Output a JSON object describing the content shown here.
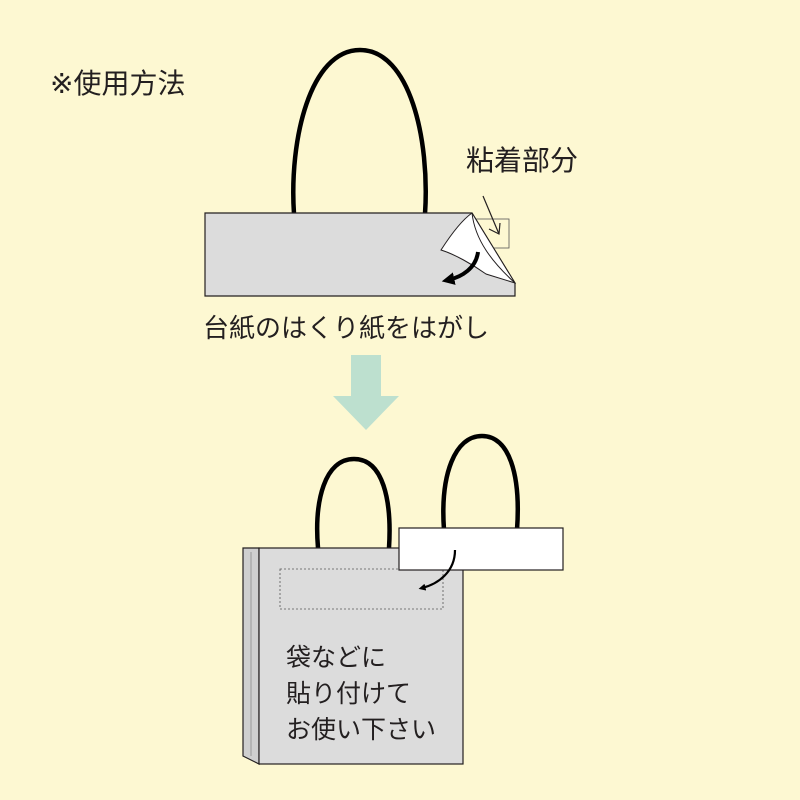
{
  "title": "※使用方法",
  "adhesive_label": "粘着部分",
  "peel_instruction": "台紙のはくり紙をはがし",
  "attach_instruction": [
    "袋などに",
    "貼り付けて",
    "お使い下さい"
  ],
  "colors": {
    "background": "#fdf8d2",
    "sticker_fill": "#dcdcdc",
    "bag_front": "#dcdcdc",
    "bag_side": "#d2d2d2",
    "outline": "#231f20",
    "handle": "#000000",
    "down_arrow": "#bde0cf",
    "release_paper": "#ffffff"
  },
  "icons": {
    "down_arrow": "down-arrow-icon",
    "curved_arrow": "curved-arrow-icon"
  }
}
